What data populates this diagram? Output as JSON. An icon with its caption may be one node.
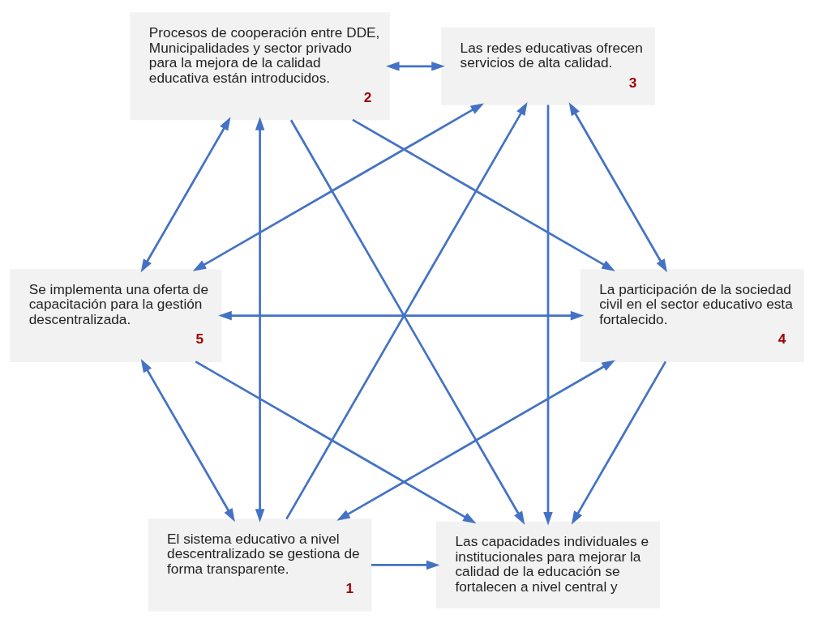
{
  "diagram": {
    "nodes": [
      {
        "text": [
          "Las capacidades individuales e institucionales para mejorar la calidad de la educación se fortalecen a nivel central y"
        ]
      },
      {
        "text": [
          "La participación de la sociedad civil en el sector educativo esta fortalecido.",
          "4"
        ]
      },
      {
        "text": [
          "Se implementa una oferta de capacitación para la gestión descentralizada.",
          "5"
        ]
      },
      {
        "text": [
          "Procesos de cooperación entre DDE, Municipalidades y sector privado para la mejora de la calidad educativa están introducidos.",
          "2"
        ]
      },
      {
        "text": [
          "Las redes educativas ofrecen servicios de alta calidad.",
          "3"
        ]
      },
      {
        "text": [
          "El sistema educativo a nivel descentralizado se gestiona de forma transparente.",
          "1"
        ]
      }
    ],
    "edges": [
      {
        "from": 1,
        "to": 0,
        "arrow": "to"
      },
      {
        "from": 3,
        "to": 0,
        "arrow": "to"
      },
      {
        "from": 5,
        "to": 0,
        "arrow": "to"
      },
      {
        "from": 4,
        "to": 0,
        "arrow": "to"
      },
      {
        "from": 2,
        "to": 0,
        "arrow": "to"
      },
      {
        "from": 1,
        "to": 2,
        "arrow": "both"
      },
      {
        "from": 1,
        "to": 4,
        "arrow": "both"
      },
      {
        "from": 1,
        "to": 5,
        "arrow": "both"
      },
      {
        "from": 3,
        "to": 1,
        "arrow": "to"
      },
      {
        "from": 2,
        "to": 3,
        "arrow": "both"
      },
      {
        "from": 3,
        "to": 4,
        "arrow": "both"
      },
      {
        "from": 3,
        "to": 5,
        "arrow": "both"
      },
      {
        "from": 5,
        "to": 2,
        "arrow": "both"
      },
      {
        "from": 2,
        "to": 4,
        "arrow": "both"
      },
      {
        "from": 5,
        "to": 4,
        "arrow": "to"
      }
    ]
  }
}
